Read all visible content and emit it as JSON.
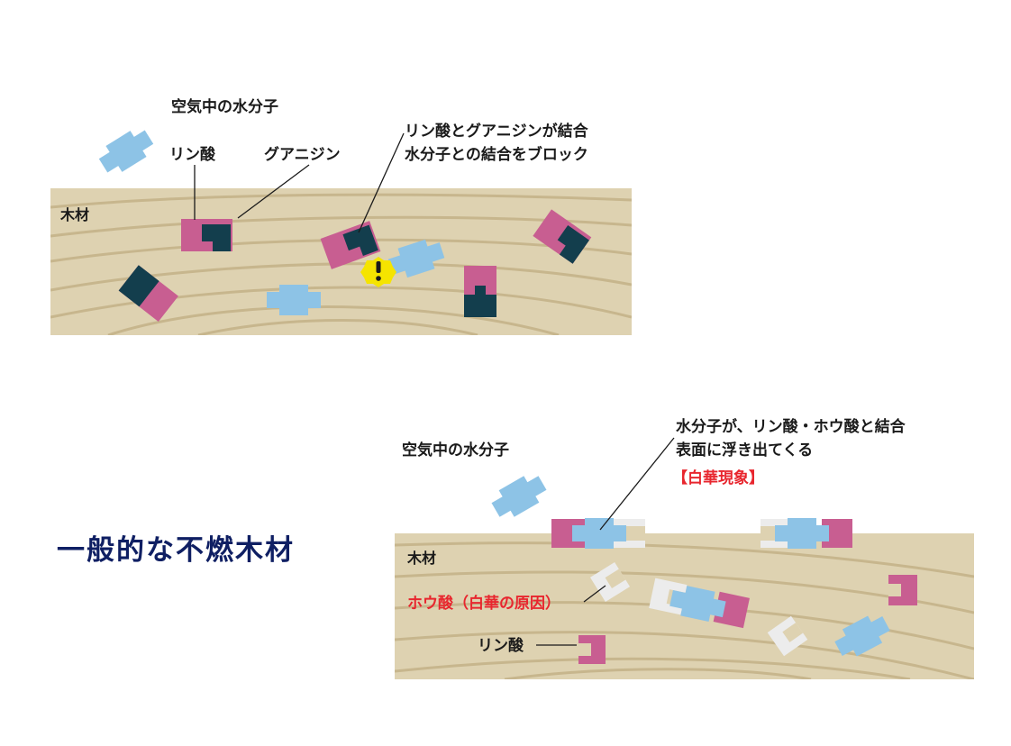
{
  "top_diagram": {
    "label_water": "空気中の水分子",
    "label_phosphoric": "リン酸",
    "label_guanidine": "グアニジン",
    "label_bond_line1": "リン酸とグアニジンが結合",
    "label_bond_line2": "水分子との結合をブロック",
    "label_wood": "木材",
    "warning_glyph": "!"
  },
  "bottom_diagram": {
    "title": "一般的な不燃木材",
    "label_water": "空気中の水分子",
    "label_bond_line1": "水分子が、リン酸・ホウ酸と結合",
    "label_bond_line2": "表面に浮き出てくる",
    "label_efflorescence": "【白華現象】",
    "label_wood": "木材",
    "label_boric": "ホウ酸（白華の原因）",
    "label_phosphoric": "リン酸"
  },
  "colors": {
    "wood": "#ded2b1",
    "grain": "#c7b68d",
    "phosphoric": "#c85e91",
    "guanidine": "#133e4d",
    "water": "#8dc3e6",
    "boric": "#ececec",
    "warning": "#f5e400",
    "title": "#0f1f63",
    "red_text": "#e8262e"
  }
}
